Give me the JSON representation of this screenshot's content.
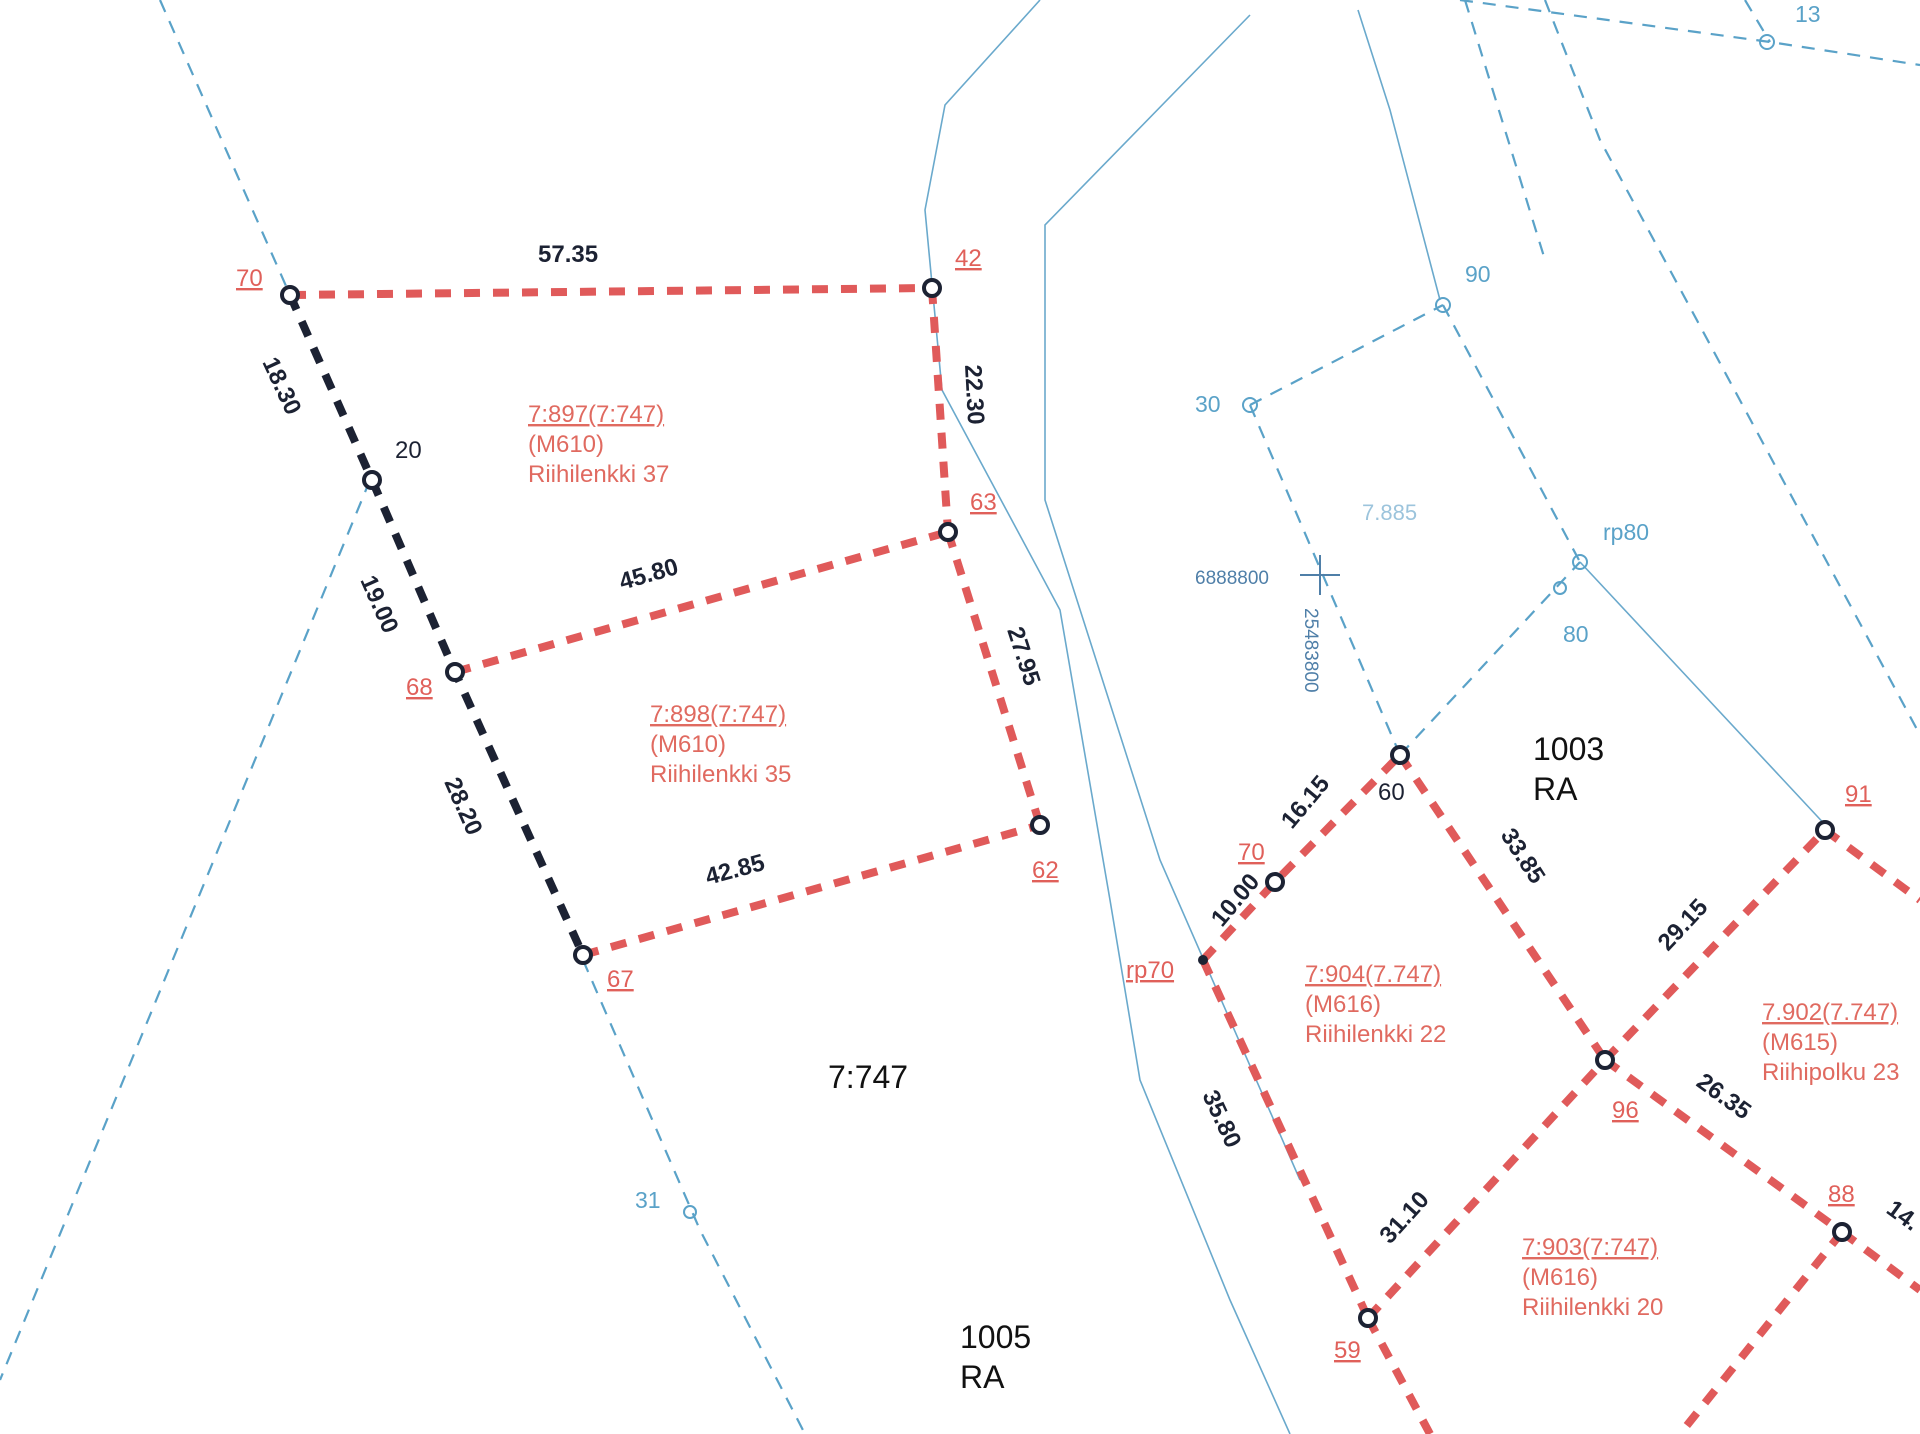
{
  "map": {
    "boundary_lengths": {
      "l_70_42": "57.35",
      "l_70_20": "18.30",
      "l_42_63": "22.30",
      "l_68_63": "45.80",
      "l_20_68": "19.00",
      "l_63_62": "27.95",
      "l_68_67": "28.20",
      "l_67_62": "42.85",
      "l_70b_60": "16.15",
      "l_rp70_70b": "10.00",
      "l_60_96": "33.85",
      "l_96_91": "29.15",
      "l_96_88": "26.35",
      "l_rp70_59": "35.80",
      "l_59_96": "31.10",
      "l_88_cut": "14."
    },
    "point_labels": {
      "p70": "70",
      "p42": "42",
      "p20": "20",
      "p63": "63",
      "p68": "68",
      "p62": "62",
      "p67": "67",
      "p90": "90",
      "p30": "30",
      "prp80": "rp80",
      "p80": "80",
      "p60": "60",
      "p70b": "70",
      "prp70": "rp70",
      "p91": "91",
      "p96": "96",
      "p88": "88",
      "p59": "59",
      "p31": "31",
      "p13": "13"
    },
    "parcels": [
      {
        "id": "7:897(7:747)",
        "plan": "(M610)",
        "address": "Riihilenkki 37"
      },
      {
        "id": "7:898(7:747)",
        "plan": "(M610)",
        "address": "Riihilenkki 35"
      },
      {
        "id": "7:904(7.747)",
        "plan": "(M616)",
        "address": "Riihilenkki 22"
      },
      {
        "id": "7.902(7.747)",
        "plan": "(M615)",
        "address": "Riihipolku 23"
      },
      {
        "id": "7:903(7:747)",
        "plan": "(M616)",
        "address": "Riihilenkki 20"
      }
    ],
    "zones": {
      "z1003_num": "1003",
      "z1003_type": "RA",
      "z1005_num": "1005",
      "z1005_type": "RA",
      "parent_parcel": "7:747",
      "old_parcel": "7.885"
    },
    "coordinates": {
      "northing": "6888800",
      "easting": "25483800"
    },
    "colors": {
      "new_boundary": "#e05a5a",
      "confirmed_boundary": "#1c2233",
      "existing_boundary": "#5aa2c8",
      "road_edge": "#5aa2c8"
    }
  }
}
